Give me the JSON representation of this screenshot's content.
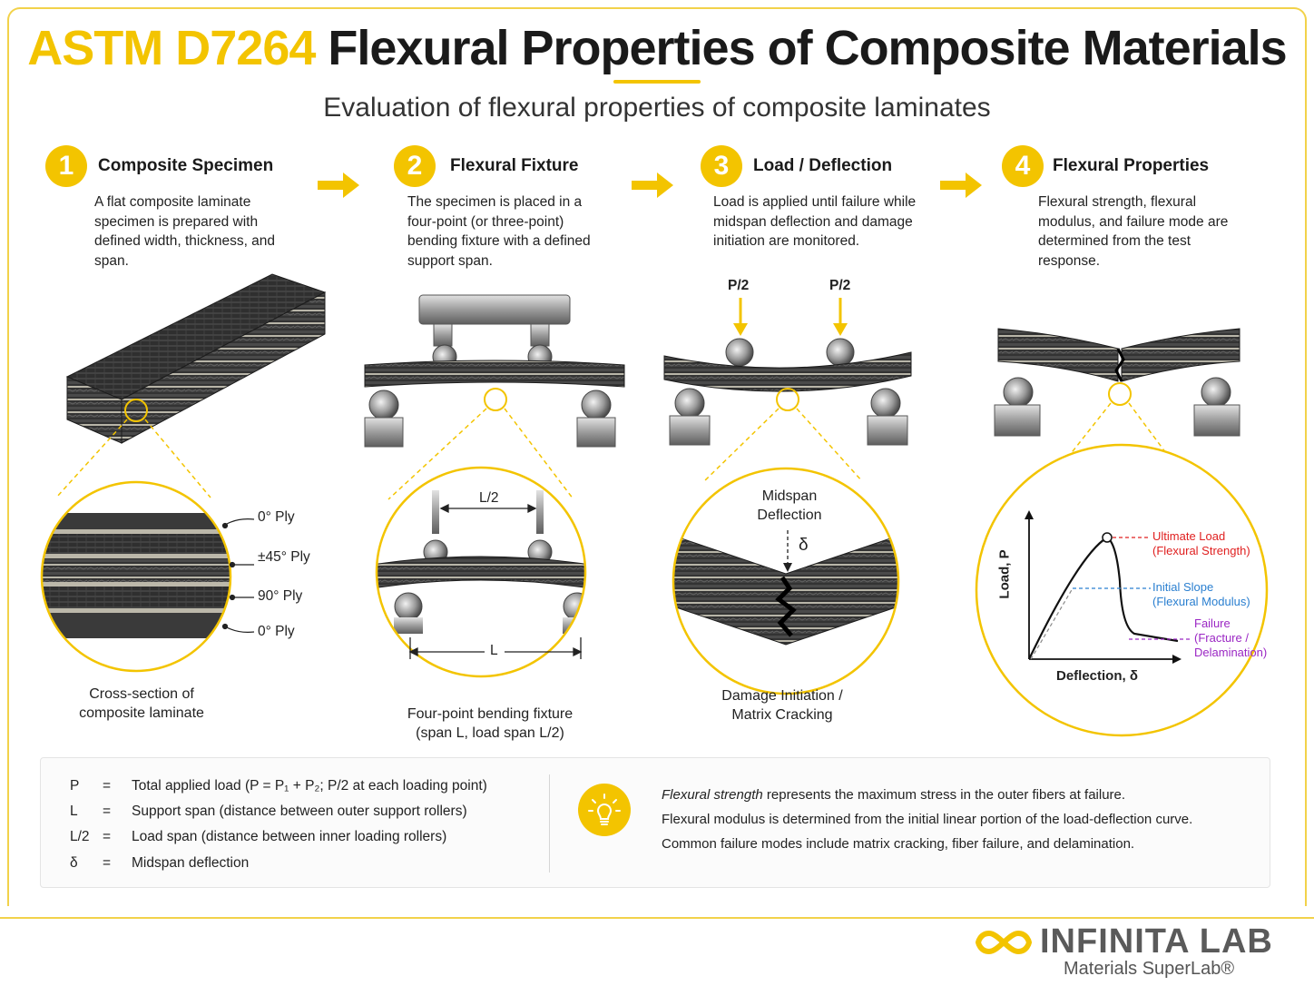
{
  "header": {
    "title_highlight": "ASTM D7264",
    "title_rest": "Flexural Properties of Composite Materials",
    "subtitle": "Evaluation of flexural properties of composite laminates"
  },
  "steps": [
    {
      "num": "1",
      "title": "Composite Specimen",
      "desc": "A flat composite laminate specimen is prepared with defined width, thickness, and span."
    },
    {
      "num": "2",
      "title": "Flexural Fixture",
      "desc": "The specimen is placed in a four-point (or three-point) bending fixture with a defined support span."
    },
    {
      "num": "3",
      "title": "Load / Deflection",
      "desc": "Load is applied until failure while midspan deflection and damage initiation are monitored."
    },
    {
      "num": "4",
      "title": "Flexural Properties",
      "desc": "Flexural strength, flexural modulus, and failure mode are determined from the test response."
    }
  ],
  "step1": {
    "plies": [
      "0° Ply",
      "±45° Ply",
      "90° Ply",
      "0° Ply"
    ],
    "caption": [
      "Cross-section of",
      "composite laminate"
    ]
  },
  "step2": {
    "half_span": "L/2",
    "span": "L",
    "caption": [
      "Four-point bending fixture",
      "(span L, load span L/2)"
    ]
  },
  "step3": {
    "load_left": "P/2",
    "load_right": "P/2",
    "midspan": [
      "Midspan",
      "Deflection"
    ],
    "delta": "δ",
    "caption": [
      "Damage Initiation /",
      "Matrix Cracking"
    ]
  },
  "step4": {
    "y_axis": "Load, P",
    "x_axis": "Deflection, δ",
    "ultimate": [
      "Ultimate Load",
      "(Flexural Strength)"
    ],
    "slope": [
      "Initial Slope",
      "(Flexural Modulus)"
    ],
    "failure": [
      "Failure",
      "(Fracture /",
      "Delamination)"
    ],
    "colors": {
      "ultimate": "#e02020",
      "slope": "#2a7fd0",
      "failure": "#9b27c4"
    }
  },
  "legend": {
    "rows": [
      {
        "sym": "P",
        "eq": "=",
        "text": "Total applied load (P = P₁ + P₂; P/2 at each loading point)"
      },
      {
        "sym": "L",
        "eq": "=",
        "text": "Support span (distance between outer support rollers)"
      },
      {
        "sym": "L/2",
        "eq": "=",
        "text": "Load span (distance between inner loading rollers)"
      },
      {
        "sym": "δ",
        "eq": "=",
        "text": "Midspan deflection"
      }
    ],
    "notes": {
      "n1_em": "Flexural strength",
      "n1_rest": " represents the maximum stress in the outer fibers at failure.",
      "n2": "Flexural modulus is determined from the initial linear portion of the load-deflection curve.",
      "n3": "Common failure modes include matrix cracking, fiber failure, and delamination."
    }
  },
  "brand": {
    "name": "INFINITA LAB",
    "tagline": "Materials SuperLab®",
    "accent": "#f3c400"
  }
}
